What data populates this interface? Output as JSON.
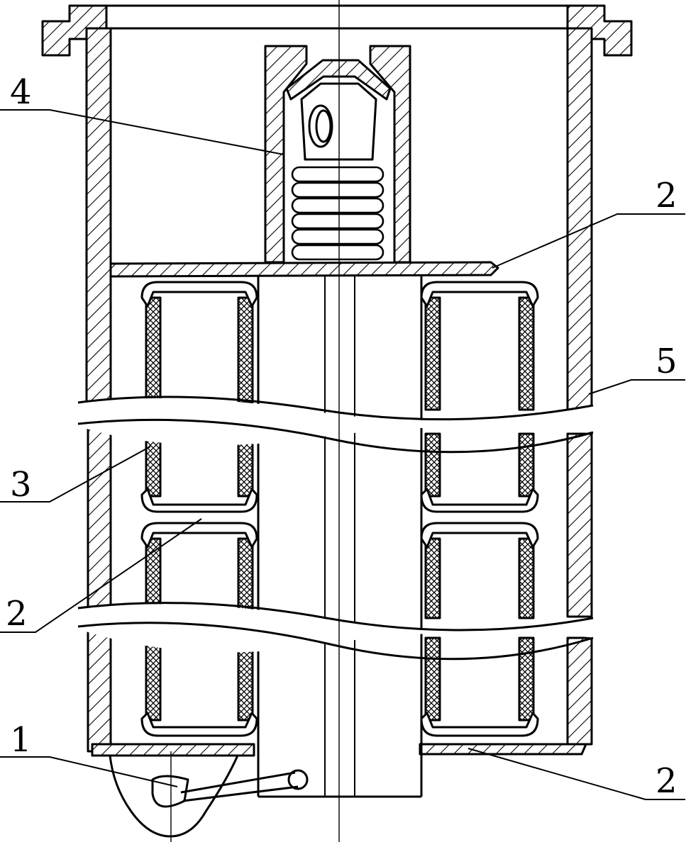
{
  "diagram": {
    "labels": [
      {
        "id": "part-1",
        "text": "1"
      },
      {
        "id": "part-2-top",
        "text": "2"
      },
      {
        "id": "part-2-middle",
        "text": "2"
      },
      {
        "id": "part-2-bottom",
        "text": "2"
      },
      {
        "id": "part-3",
        "text": "3"
      },
      {
        "id": "part-4",
        "text": "4"
      },
      {
        "id": "part-5",
        "text": "5"
      }
    ]
  },
  "colors": {
    "ink": "#000000",
    "paper": "#ffffff"
  }
}
